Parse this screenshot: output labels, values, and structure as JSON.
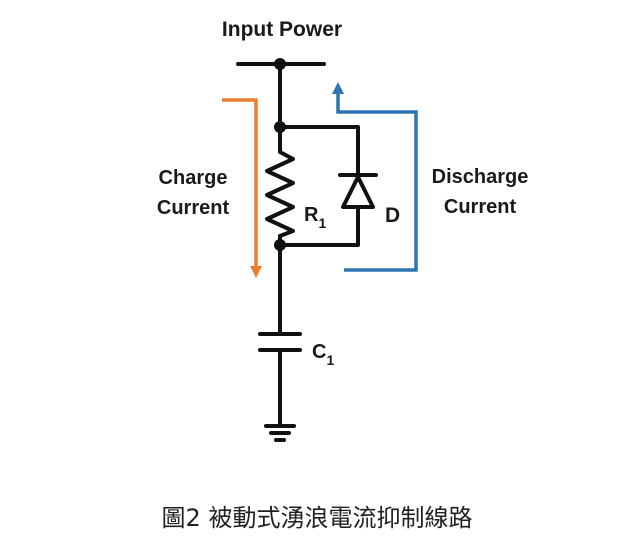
{
  "title": "Input Power",
  "charge_label": {
    "line1": "Charge",
    "line2": "Current"
  },
  "discharge_label": {
    "line1": "Discharge",
    "line2": "Current"
  },
  "components": {
    "resistor": {
      "letter": "R",
      "subscript": "1"
    },
    "capacitor": {
      "letter": "C",
      "subscript": "1"
    },
    "diode": {
      "letter": "D"
    }
  },
  "caption": "圖2 被動式湧浪電流抑制線路",
  "colors": {
    "wire": "#111111",
    "charge_arrow": "#ed7d31",
    "discharge_arrow": "#2e75b6"
  }
}
